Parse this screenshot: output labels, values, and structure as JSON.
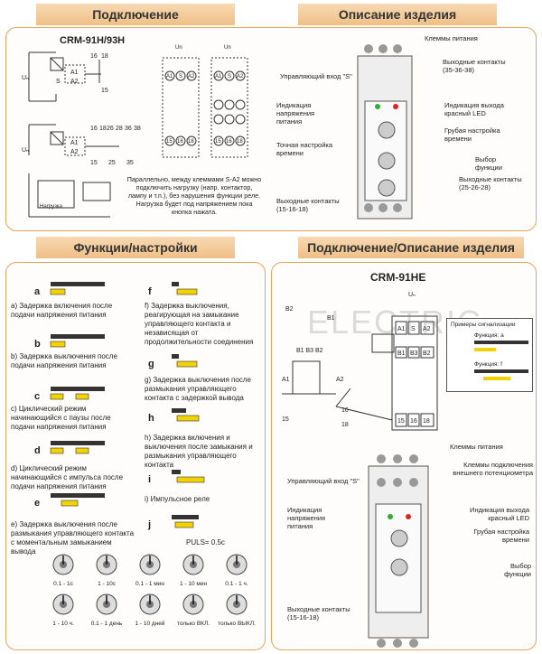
{
  "headers": {
    "connection": "Подключение",
    "description": "Описание изделия",
    "functions": "Функции/настройки",
    "connection_description": "Подключение/Описание изделия"
  },
  "top": {
    "model": "CRM-91H/93H",
    "note": "Параллельно, между клеммами S-A2 можно подключить нагрузку (напр. контактор, лампу и т.п.), без нарушения функции реле. Нагрузка будет под напряжением пока кнопка нажата.",
    "desc": [
      "Клеммы питания",
      "Выходные контакты (35-36-38)",
      "Управляющий вход \"S\"",
      "Индикация напряжения питания",
      "Индикация выхода красный LED",
      "Грубая настройка времени",
      "Точная настройка времени",
      "Выбор функции",
      "Выходные контакты (25-26-28)",
      "Выходные контакты (15-16-18)"
    ]
  },
  "functions": [
    {
      "key": "a",
      "text": "a) Задержка включения после подачи напряжения питания"
    },
    {
      "key": "b",
      "text": "b) Задержка выключения после подачи напряжения питания"
    },
    {
      "key": "c",
      "text": "c) Циклический режим начинающийся с паузы после подачи напряжения питания"
    },
    {
      "key": "d",
      "text": "d) Циклический режим начинающийся с импульса после подачи напряжения питания"
    },
    {
      "key": "e",
      "text": "e) Задержка выключения после размыкания управляющего контакта с моментальным замыканием вывода"
    },
    {
      "key": "f",
      "text": "f) Задержка выключения, реагирующая на замыкание управляющего контакта и независящая от продолжительности соединения"
    },
    {
      "key": "g",
      "text": "g) Задержка выключения после размыкания управляющего контакта с задержкой вывода"
    },
    {
      "key": "h",
      "text": "h) Задержка включения и выключения после замыкания и размыкания управляющего контакта"
    },
    {
      "key": "i",
      "text": "i) Импульсное реле"
    },
    {
      "key": "j",
      "text": "j)",
      "pulse": "PULS= 0.5c"
    }
  ],
  "dials": [
    "0.1 - 1с",
    "1 - 10с",
    "0.1 - 1 мин",
    "1 - 10 мин",
    "0.1 - 1 ч.",
    "1 - 10 ч.",
    "0.1 - 1 день",
    "1 - 10 дней",
    "только ВКЛ.",
    "только ВЫКЛ."
  ],
  "bottom": {
    "model": "CRM-91HE",
    "watermark": "ELECTRIC",
    "signals_title": "Примеры сигнализации",
    "func_a": "Функция: a",
    "func_f": "Функция: f",
    "desc": [
      "Клеммы питания",
      "Клеммы подключения внешнего потенциометра",
      "Управляющий вход \"S\"",
      "Индикация напряжения питания",
      "Индикация выхода красный LED",
      "Грубая настройка времени",
      "Выбор функции",
      "Выходные контакты (15-16-18)"
    ]
  },
  "terminals": {
    "top": [
      "A1",
      "S",
      "A2"
    ],
    "b": [
      "B1",
      "B3",
      "B2"
    ],
    "out": [
      "15",
      "16",
      "18"
    ]
  },
  "colors": {
    "accent": "#e9a35c",
    "yellow": "#f2d200",
    "dark": "#333"
  }
}
